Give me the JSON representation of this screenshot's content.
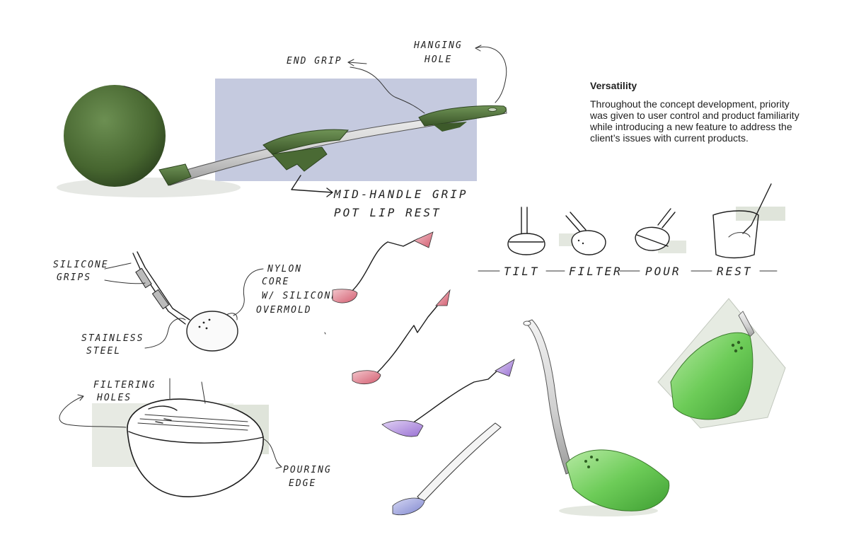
{
  "section": {
    "title": "Versatility",
    "body": "Throughout the concept development, priority was given to user control and product familiarity while introducing a new feature to address the client’s issues with current products."
  },
  "hero_annotations": {
    "end_grip": "END GRIP",
    "hanging_hole_1": "HANGING",
    "hanging_hole_2": "HOLE",
    "mid_handle_grip": "MID-HANDLE GRIP",
    "pot_lip_rest": "POT LIP REST"
  },
  "materials_annotations": {
    "silicone_1": "SILICONE",
    "silicone_2": "GRIPS",
    "nylon_1": "NYLON",
    "nylon_2": "CORE",
    "nylon_3": "W/ SILICONE",
    "nylon_4": "OVERMOLD",
    "steel_1": "STAINLESS",
    "steel_2": "STEEL"
  },
  "head_annotations": {
    "filtering_1": "FILTERING",
    "filtering_2": "HOLES",
    "pouring_1": "POURING",
    "pouring_2": "EDGE"
  },
  "modes": [
    "TILT",
    "FILTER",
    "POUR",
    "REST"
  ],
  "colors": {
    "ladle_green": "#4f6e3a",
    "highlight_blue": "#c5cadf",
    "pink": "#d9707e",
    "violet": "#a98ad8",
    "blue_tip": "#8f95d4",
    "translucent_green": "#7fd36a"
  }
}
